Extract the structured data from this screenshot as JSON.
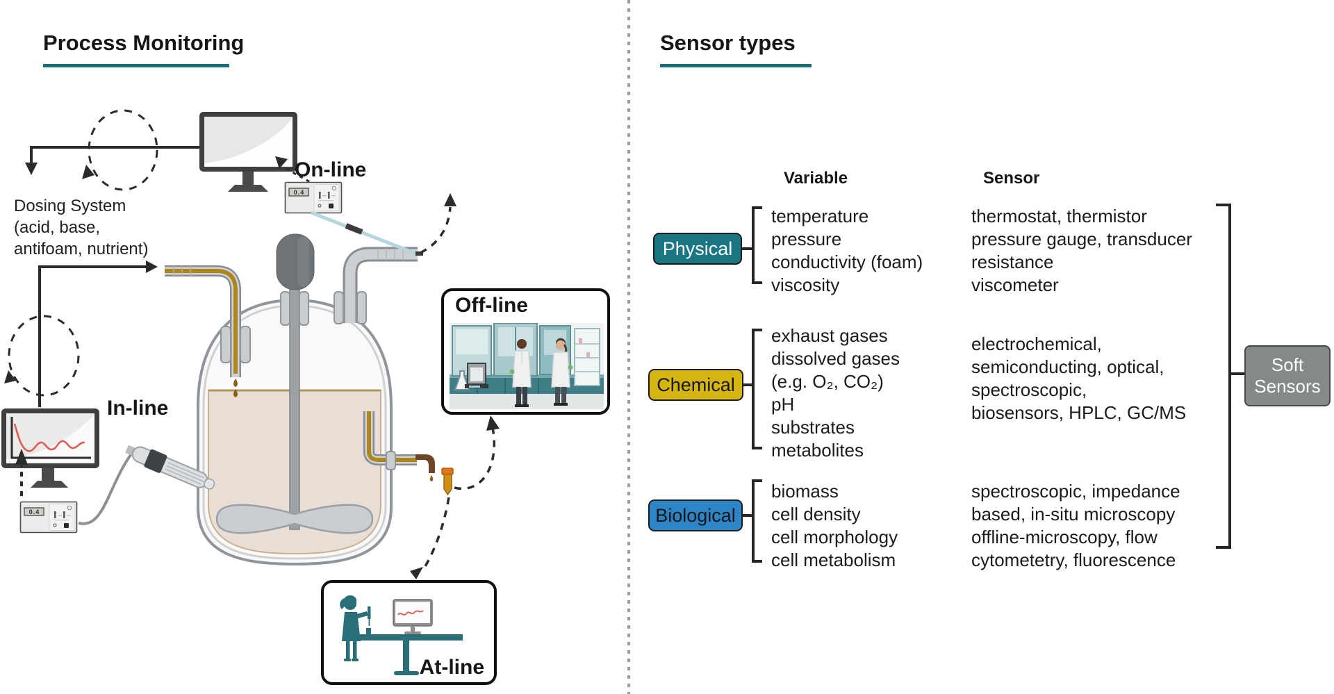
{
  "figure": {
    "left_title": "Process Monitoring",
    "right_title": "Sensor types"
  },
  "process": {
    "dosing_note": "Dosing System\n (acid, base,\nantifoam, nutrient)",
    "modes": {
      "online": "On-line",
      "inline": "In-line",
      "offline": "Off-line",
      "atline": "At-line"
    },
    "pump_display": "0.4",
    "transmitter_display": "0.4"
  },
  "sensors": {
    "col_variable": "Variable",
    "col_sensor": "Sensor",
    "rows": [
      {
        "category": "Physical",
        "color": "#1a7682",
        "variables": [
          "temperature",
          "pressure",
          "conductivity (foam)",
          "viscosity"
        ],
        "sensors": [
          "thermostat, thermistor",
          "pressure gauge, transducer",
          "resistance",
          "viscometer"
        ]
      },
      {
        "category": "Chemical",
        "color": "#d4b512",
        "variables": [
          "exhaust gases",
          "dissolved gases",
          "(e.g. O₂, CO₂)",
          "pH",
          "substrates",
          "metabolites"
        ],
        "sensors": [
          "electrochemical,",
          "semiconducting, optical,",
          "spectroscopic,",
          "biosensors, HPLC, GC/MS"
        ]
      },
      {
        "category": "Biological",
        "color": "#2d85c5",
        "variables": [
          "biomass",
          "cell density",
          "cell morphology",
          "cell metabolism"
        ],
        "sensors": [
          "spectroscopic, impedance",
          "based, in-situ microscopy",
          "offline-microscopy, flow",
          "cytometetry, fluorescence"
        ]
      }
    ],
    "soft_sensors": "Soft Sensors",
    "accent_underline": "#176f7a",
    "soft_box_color": "#85898a"
  }
}
